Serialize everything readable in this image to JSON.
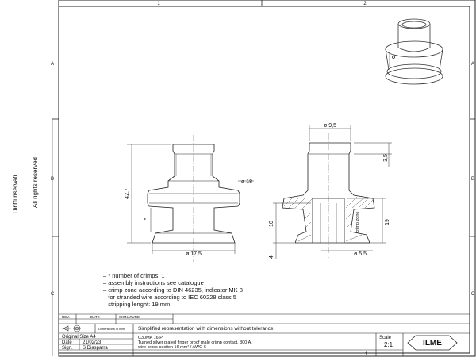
{
  "zones": {
    "col1": "1",
    "col2": "2",
    "rowA": "A",
    "rowB": "B",
    "rowC": "C"
  },
  "rights": {
    "line1": "All rights reserved",
    "line2": "Diritti riservati"
  },
  "dims": {
    "dia95": "ø 9,5",
    "dim35": "3,5",
    "dia18": "ø 18",
    "dim427": "42,7",
    "dim10": "10",
    "dim19": "19",
    "dim4": "4",
    "dia175": "ø 17,5",
    "dia55": "ø 5,5",
    "crimp_zone": "crimp zone",
    "star": "*"
  },
  "notes": [
    "– * number of crimps: 1",
    "– assembly instructions see catalogue",
    "– crimp zone according to DIN 46235, indicator MK 8",
    "– for stranded wire according to IEC 60228 class 5",
    "– stripping lenght: 19 mm"
  ],
  "title_block": {
    "rev": "REV.",
    "date_h": "DATE",
    "signature": "SIGNATURE",
    "dimensions_label": "Dimensions in mm",
    "description": "Simplified representation with dimensions without tolerance",
    "original_size": "Original Size A4",
    "date_label": "Date",
    "date_value": "21/02/23",
    "sign_label": "Sign.",
    "sign_value": "S.Diasparra",
    "part_code": "C30MA 16 P",
    "part_desc1": "Turned silver plated finger proof male crimp contact, 300 A,",
    "part_desc2": "wire cross-section 16 mm² / AWG 6",
    "scale_label": "Scale",
    "scale_value": "2:1",
    "sheet_num": "1",
    "logo": "ILME"
  }
}
